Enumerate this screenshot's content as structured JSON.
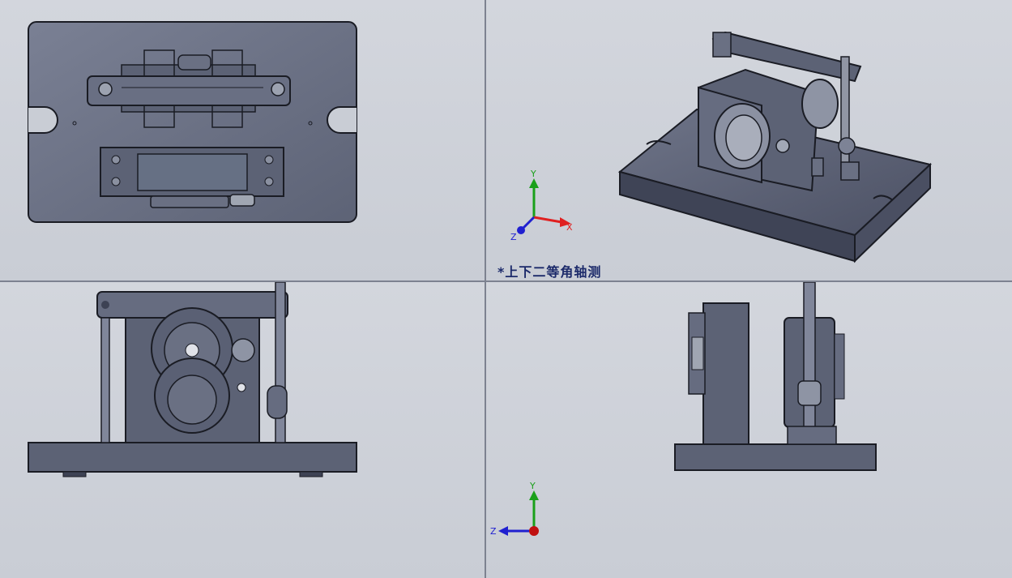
{
  "views": {
    "top": {
      "name": "top"
    },
    "isometric": {
      "label": "*上下二等角轴测"
    },
    "front": {
      "name": "front"
    },
    "right": {
      "name": "right"
    }
  },
  "triad_iso": {
    "x": "X",
    "y": "Y",
    "z": "Z"
  },
  "triad_side": {
    "y": "Y",
    "z": "Z"
  },
  "colors": {
    "background": "#ccd0d8",
    "part_fill": "#5c6275",
    "part_dark": "#3d4254",
    "edge": "#1a1c24",
    "axis_x": "#e02020",
    "axis_y": "#1aa01a",
    "axis_z": "#2020d0",
    "label": "#1c2a6a"
  }
}
